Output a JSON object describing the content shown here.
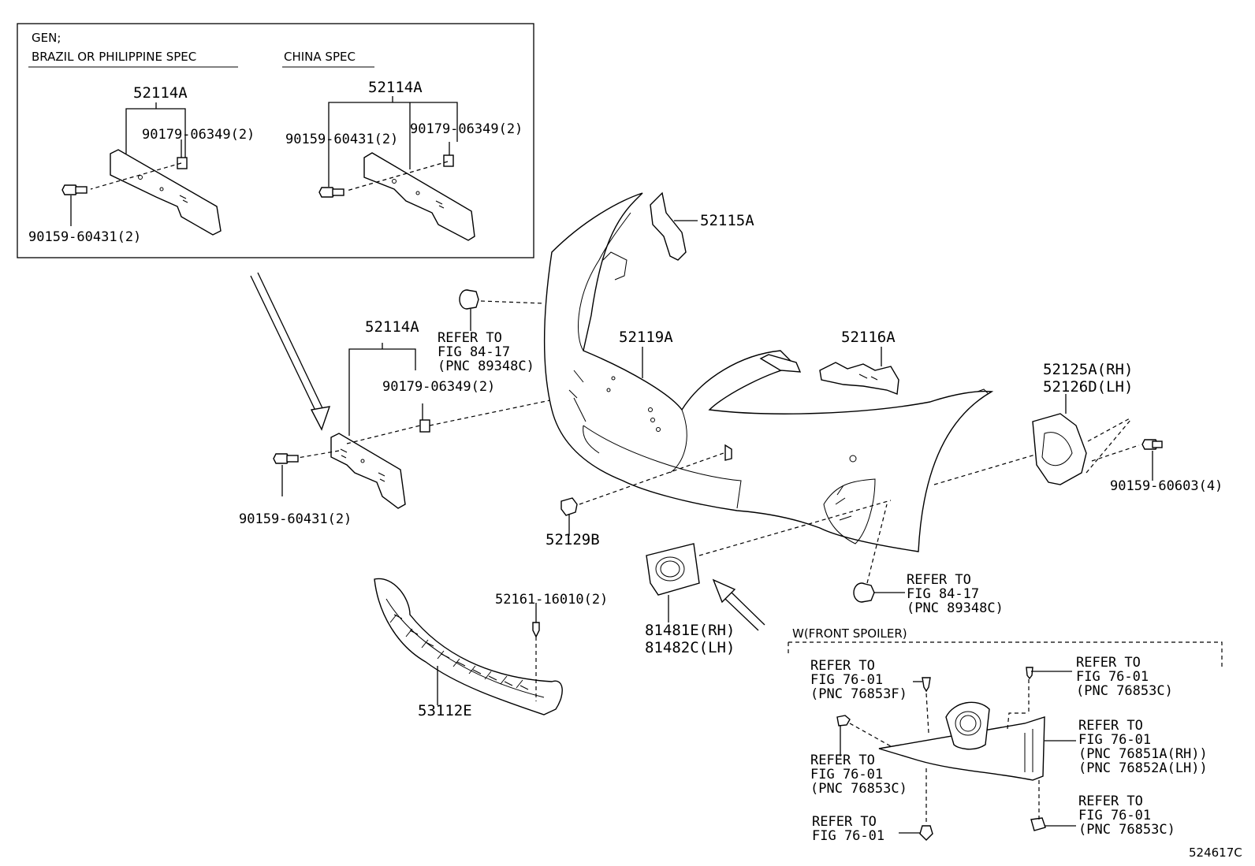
{
  "inset": {
    "gen_label": "GEN;",
    "brazil_label": "BRAZIL OR PHILIPPINE SPEC",
    "china_label": "CHINA SPEC",
    "left_assembly": "52114A",
    "left_nut": "90179-06349(2)",
    "left_bolt": "90159-60431(2)",
    "right_assembly": "52114A",
    "right_bolt": "90159-60431(2)",
    "right_nut": "90179-06349(2)"
  },
  "main": {
    "bracket_assembly": "52114A",
    "bracket_nut": "90179-06349(2)",
    "bracket_bolt": "90159-60431(2)",
    "grommet_ref": [
      "REFER TO",
      "FIG 84-17",
      "(PNC 89348C)"
    ],
    "retainer_upper": "52115A",
    "bumper_cover": "52119A",
    "retainer_center": "52116A",
    "side_retainer_rh": "52125A(RH)",
    "side_retainer_lh": "52126D(LH)",
    "side_bolt": "90159-60603(4)",
    "tow_hook_cover": "52129B",
    "lower_grommet_ref": [
      "REFER TO",
      "FIG 84-17",
      "(PNC 89348C)"
    ],
    "grille_clip": "52161-16010(2)",
    "lower_grille": "53112E",
    "fog_cover_rh": "81481E(RH)",
    "fog_cover_lh": "81482C(LH)"
  },
  "spoiler": {
    "title": "W(FRONT SPOILER)",
    "ref_76853f": [
      "REFER TO",
      "FIG 76-01",
      "(PNC 76853F)"
    ],
    "ref_top_right": [
      "REFER TO",
      "FIG 76-01",
      "(PNC 76853C)"
    ],
    "ref_spoiler": [
      "REFER TO",
      "FIG 76-01",
      "(PNC 76851A(RH))",
      "(PNC 76852A(LH))"
    ],
    "ref_left_clip": [
      "REFER TO",
      "FIG 76-01",
      "(PNC 76853C)"
    ],
    "ref_bottom_left": [
      "REFER TO",
      "FIG 76-01"
    ],
    "ref_bottom_right": [
      "REFER TO",
      "FIG 76-01",
      "(PNC 76853C)"
    ]
  },
  "figure_id": "524617C"
}
